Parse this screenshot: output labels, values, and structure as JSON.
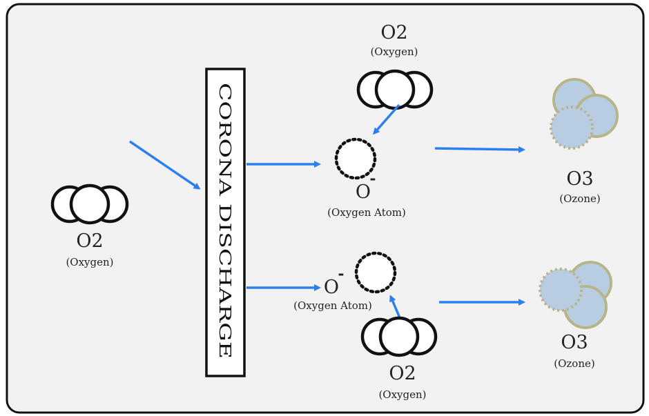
{
  "colors": {
    "panel_bg": "#f2f2f2",
    "panel_border": "#111111",
    "arrow": "#2b7ff0",
    "ozone_fill": "#b9cde2",
    "ozone_stroke": "#b8b48a",
    "atom_stroke": "#111111"
  },
  "discharge_box": {
    "label": "CORONA DISCHARGE"
  },
  "input_molecule": {
    "formula": "O2",
    "name": "(Oxygen)"
  },
  "top_branch": {
    "oxygen_molecule": {
      "formula": "O2",
      "name": "(Oxygen)"
    },
    "atom": {
      "symbol": "O",
      "name": "(Oxygen Atom)"
    },
    "ozone": {
      "formula": "O3",
      "name": "(Ozone)"
    }
  },
  "bottom_branch": {
    "oxygen_molecule": {
      "formula": "O2",
      "name": "(Oxygen)"
    },
    "atom": {
      "symbol": "O",
      "name": "(Oxygen Atom)"
    },
    "ozone": {
      "formula": "O3",
      "name": "(Ozone)"
    }
  },
  "icons": [
    "oxygen-molecule-icon",
    "oxygen-atom-icon",
    "ozone-molecule-icon",
    "arrow-icon"
  ]
}
